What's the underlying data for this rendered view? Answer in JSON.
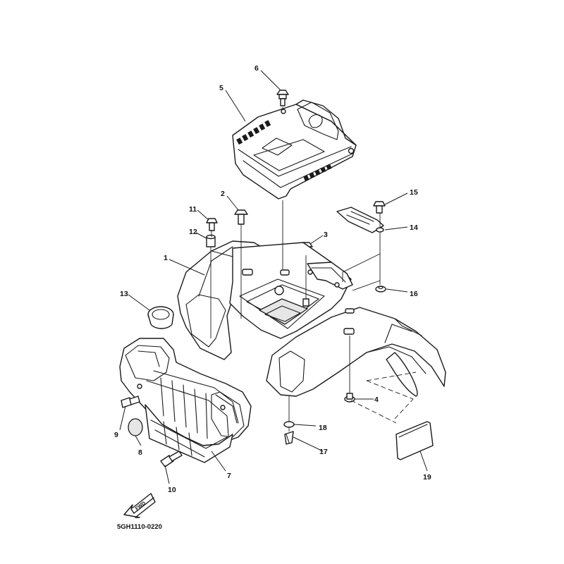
{
  "diagram": {
    "part_code": "5GH1110-0220",
    "direction_badge": "FWD",
    "callouts": [
      "1",
      "2",
      "3",
      "4",
      "5",
      "6",
      "7",
      "8",
      "9",
      "10",
      "11",
      "12",
      "13",
      "14",
      "15",
      "16",
      "17",
      "18",
      "19"
    ]
  }
}
